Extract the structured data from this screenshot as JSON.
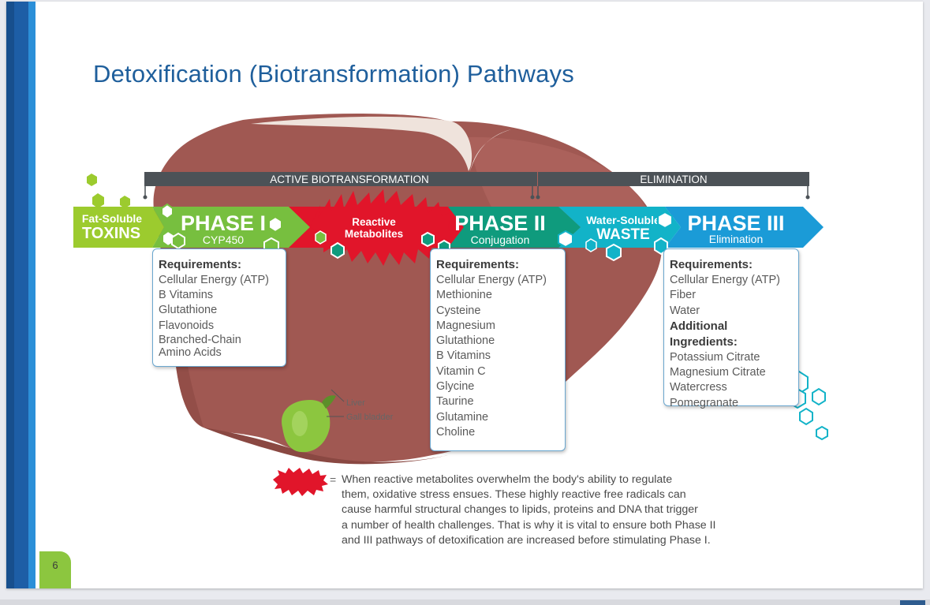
{
  "slide": {
    "title": "Detoxification (Biotransformation) Pathways",
    "page_number": "6"
  },
  "brackets": {
    "active": "ACTIVE BIOTRANSFORMATION",
    "elimination": "ELIMINATION"
  },
  "pathway": {
    "toxins_top": "Fat-Soluble",
    "toxins_bottom": "TOXINS",
    "phase1_title": "PHASE I",
    "phase1_sub": "CYP450",
    "reactive_top": "Reactive",
    "reactive_bottom": "Metabolites",
    "phase2_title": "PHASE II",
    "phase2_sub": "Conjugation",
    "waste_top": "Water-Soluble",
    "waste_bottom": "WASTE",
    "phase3_title": "PHASE III",
    "phase3_sub": "Elimination"
  },
  "phase1_box": {
    "heading": "Requirements:",
    "items": [
      "Cellular Energy (ATP)",
      "B Vitamins",
      "Glutathione",
      "Flavonoids",
      "Branched-Chain",
      "Amino Acids"
    ]
  },
  "phase2_box": {
    "heading": "Requirements:",
    "items": [
      "Cellular Energy (ATP)",
      "Methionine",
      "Cysteine",
      "Magnesium",
      "Glutathione",
      "B Vitamins",
      "Vitamin C",
      "Glycine",
      "Taurine",
      "Glutamine",
      "Choline"
    ]
  },
  "phase3_box": {
    "heading": "Requirements:",
    "items": [
      "Cellular Energy (ATP)",
      "Fiber",
      "Water"
    ],
    "additional_heading": "Additional Ingredients:",
    "additional_items": [
      "Potassium Citrate",
      "Magnesium Citrate",
      "Watercress",
      "Pomegranate"
    ]
  },
  "labels": {
    "liver": "Liver",
    "gall_bladder": "Gall bladder"
  },
  "footnote": {
    "equals": "=",
    "lines": [
      "When reactive metabolites overwhelm the body's ability to regulate",
      "them, oxidative stress ensues. These highly reactive free radicals can",
      "cause harmful structural changes to lipids, proteins and DNA that trigger",
      "a number of health challenges. That is why it is vital to ensure both Phase II",
      "and III pathways of detoxification are increased before stimulating Phase I."
    ]
  },
  "colors": {
    "liver": "#a05852",
    "liver_dark": "#8a4842",
    "toxins_green": "#9ccb2e",
    "phase1_green": "#77bf3f",
    "reactive_red": "#e1152a",
    "phase2_teal": "#0f9b7d",
    "waste_cyan": "#12b3c8",
    "phase3_blue": "#1b9bd7",
    "bracket_gray": "#4c5257",
    "title_blue": "#1f5f9c",
    "gall_bladder": "#8cc63f"
  }
}
